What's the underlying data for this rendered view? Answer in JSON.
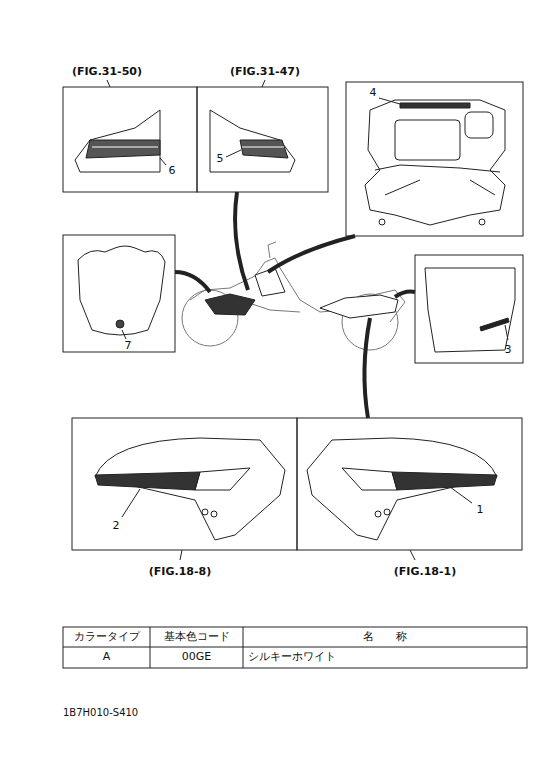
{
  "diagram": {
    "labels": [
      "(FIG.31-50)",
      "(FIG.31-47)",
      "4",
      "6",
      "5",
      "7",
      "3",
      "2",
      "1",
      "(FIG.18-8)",
      "(FIG.18-1)",
      "カラータイプ",
      "基本色コード",
      "名　　称",
      "A",
      "00GE",
      "シルキーホワイト",
      "1B7H010-S410"
    ]
  }
}
